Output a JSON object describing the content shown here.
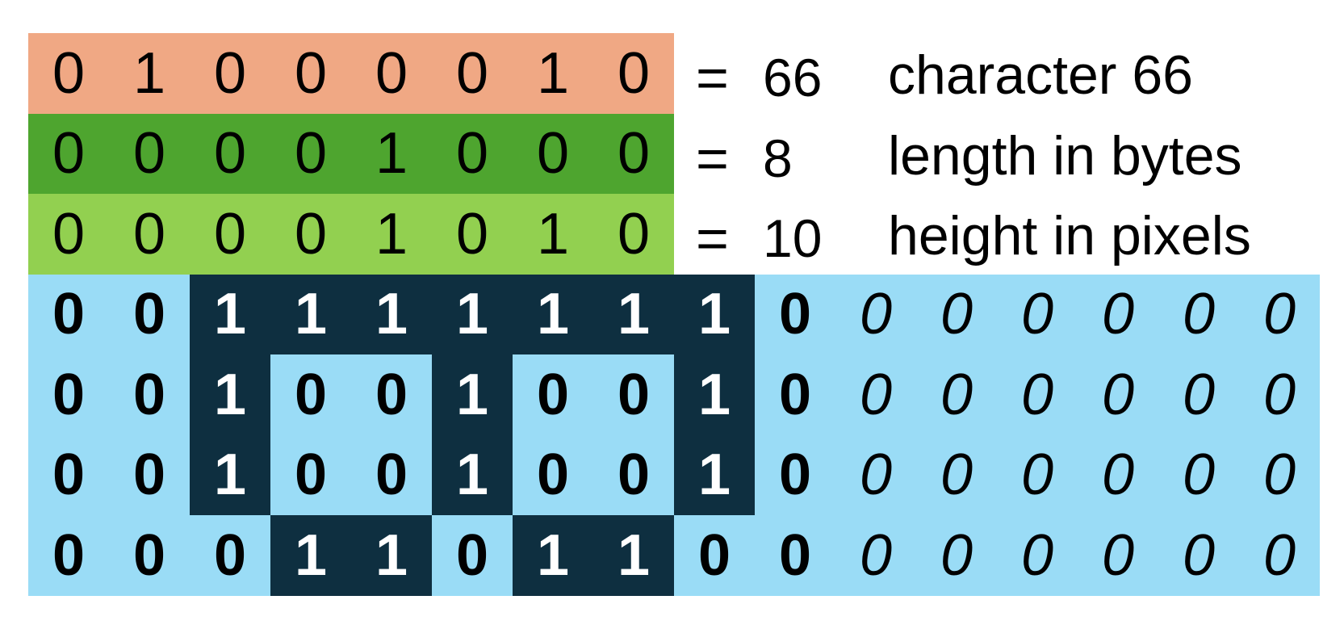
{
  "header_rows": [
    {
      "name": "character",
      "color": "#f0a884",
      "bits": [
        "0",
        "1",
        "0",
        "0",
        "0",
        "0",
        "1",
        "0"
      ],
      "equals": "=",
      "value": "66",
      "label": "character 66"
    },
    {
      "name": "length",
      "color": "#4ea52f",
      "bits": [
        "0",
        "0",
        "0",
        "0",
        "1",
        "0",
        "0",
        "0"
      ],
      "equals": "=",
      "value": "8",
      "label": "length in bytes"
    },
    {
      "name": "height",
      "color": "#92d050",
      "bits": [
        "0",
        "0",
        "0",
        "0",
        "1",
        "0",
        "1",
        "0"
      ],
      "equals": "=",
      "value": "10",
      "label": "height in pixels"
    }
  ],
  "bitmap": {
    "background_color": "#9adcf6",
    "on_color": "#0e2f40",
    "rows": [
      [
        "0",
        "0",
        "1",
        "1",
        "1",
        "1",
        "1",
        "1",
        "1",
        "0"
      ],
      [
        "0",
        "0",
        "1",
        "0",
        "0",
        "1",
        "0",
        "0",
        "1",
        "0"
      ],
      [
        "0",
        "0",
        "1",
        "0",
        "0",
        "1",
        "0",
        "0",
        "1",
        "0"
      ],
      [
        "0",
        "0",
        "0",
        "1",
        "1",
        "0",
        "1",
        "1",
        "0",
        "0"
      ]
    ],
    "padding_rows": [
      [
        "0",
        "0",
        "0",
        "0",
        "0",
        "0"
      ],
      [
        "0",
        "0",
        "0",
        "0",
        "0",
        "0"
      ],
      [
        "0",
        "0",
        "0",
        "0",
        "0",
        "0"
      ],
      [
        "0",
        "0",
        "0",
        "0",
        "0",
        "0"
      ]
    ]
  }
}
